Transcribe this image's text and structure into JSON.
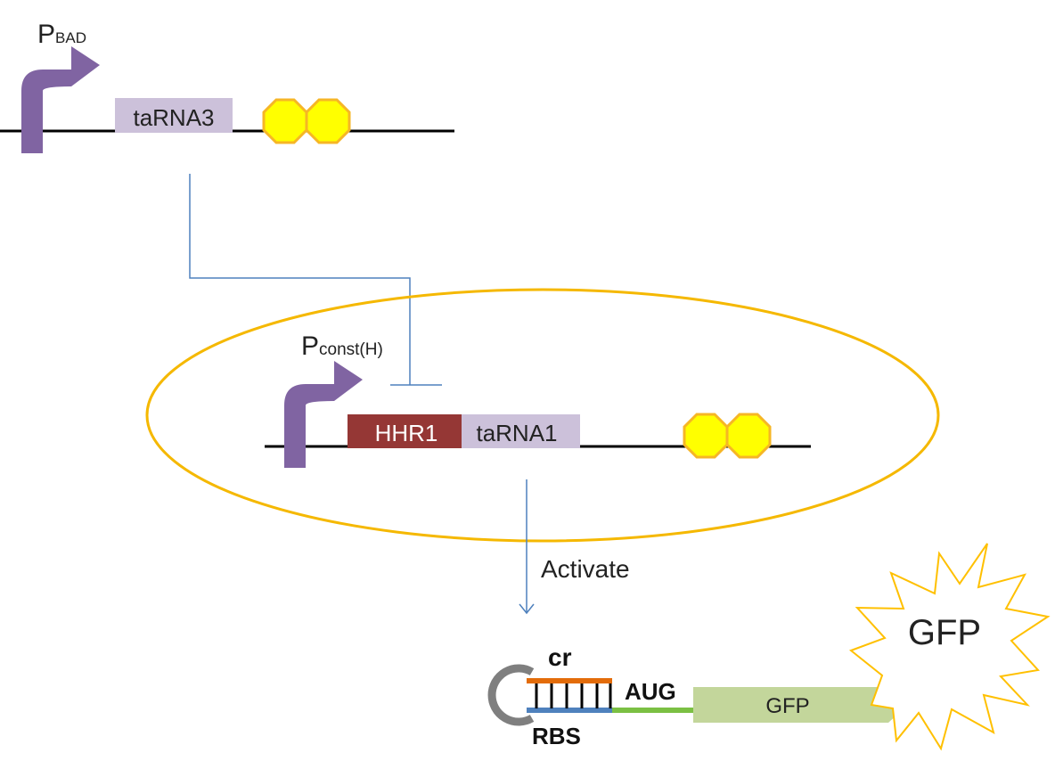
{
  "diagram": {
    "promoter1": {
      "main": "P",
      "sub": "BAD"
    },
    "promoter2": {
      "main": "P",
      "sub": "const(H)"
    },
    "gene_tarna3": "taRNA3",
    "gene_hhr1": "HHR1",
    "gene_tarna1": "taRNA1",
    "activate_label": "Activate",
    "cr_label": "cr",
    "rbs_label": "RBS",
    "aug_label": "AUG",
    "gfp_gene_label": "GFP",
    "gfp_star_label": "GFP"
  },
  "colors": {
    "promoter": "#8064a2",
    "tarna_box": "#ccc1da",
    "hhr_box": "#953735",
    "terminator_fill": "#ffff00",
    "terminator_stroke": "#f6b625",
    "ellipse": "#f5b800",
    "connector": "#4f81bd",
    "cr_strand": "#e36c0a",
    "rbs_strand": "#4f81bd",
    "aug_strand": "#7bc043",
    "gfp_arrow": "#c3d69b",
    "loop": "#7f7f7f",
    "star": "#ffc000"
  }
}
